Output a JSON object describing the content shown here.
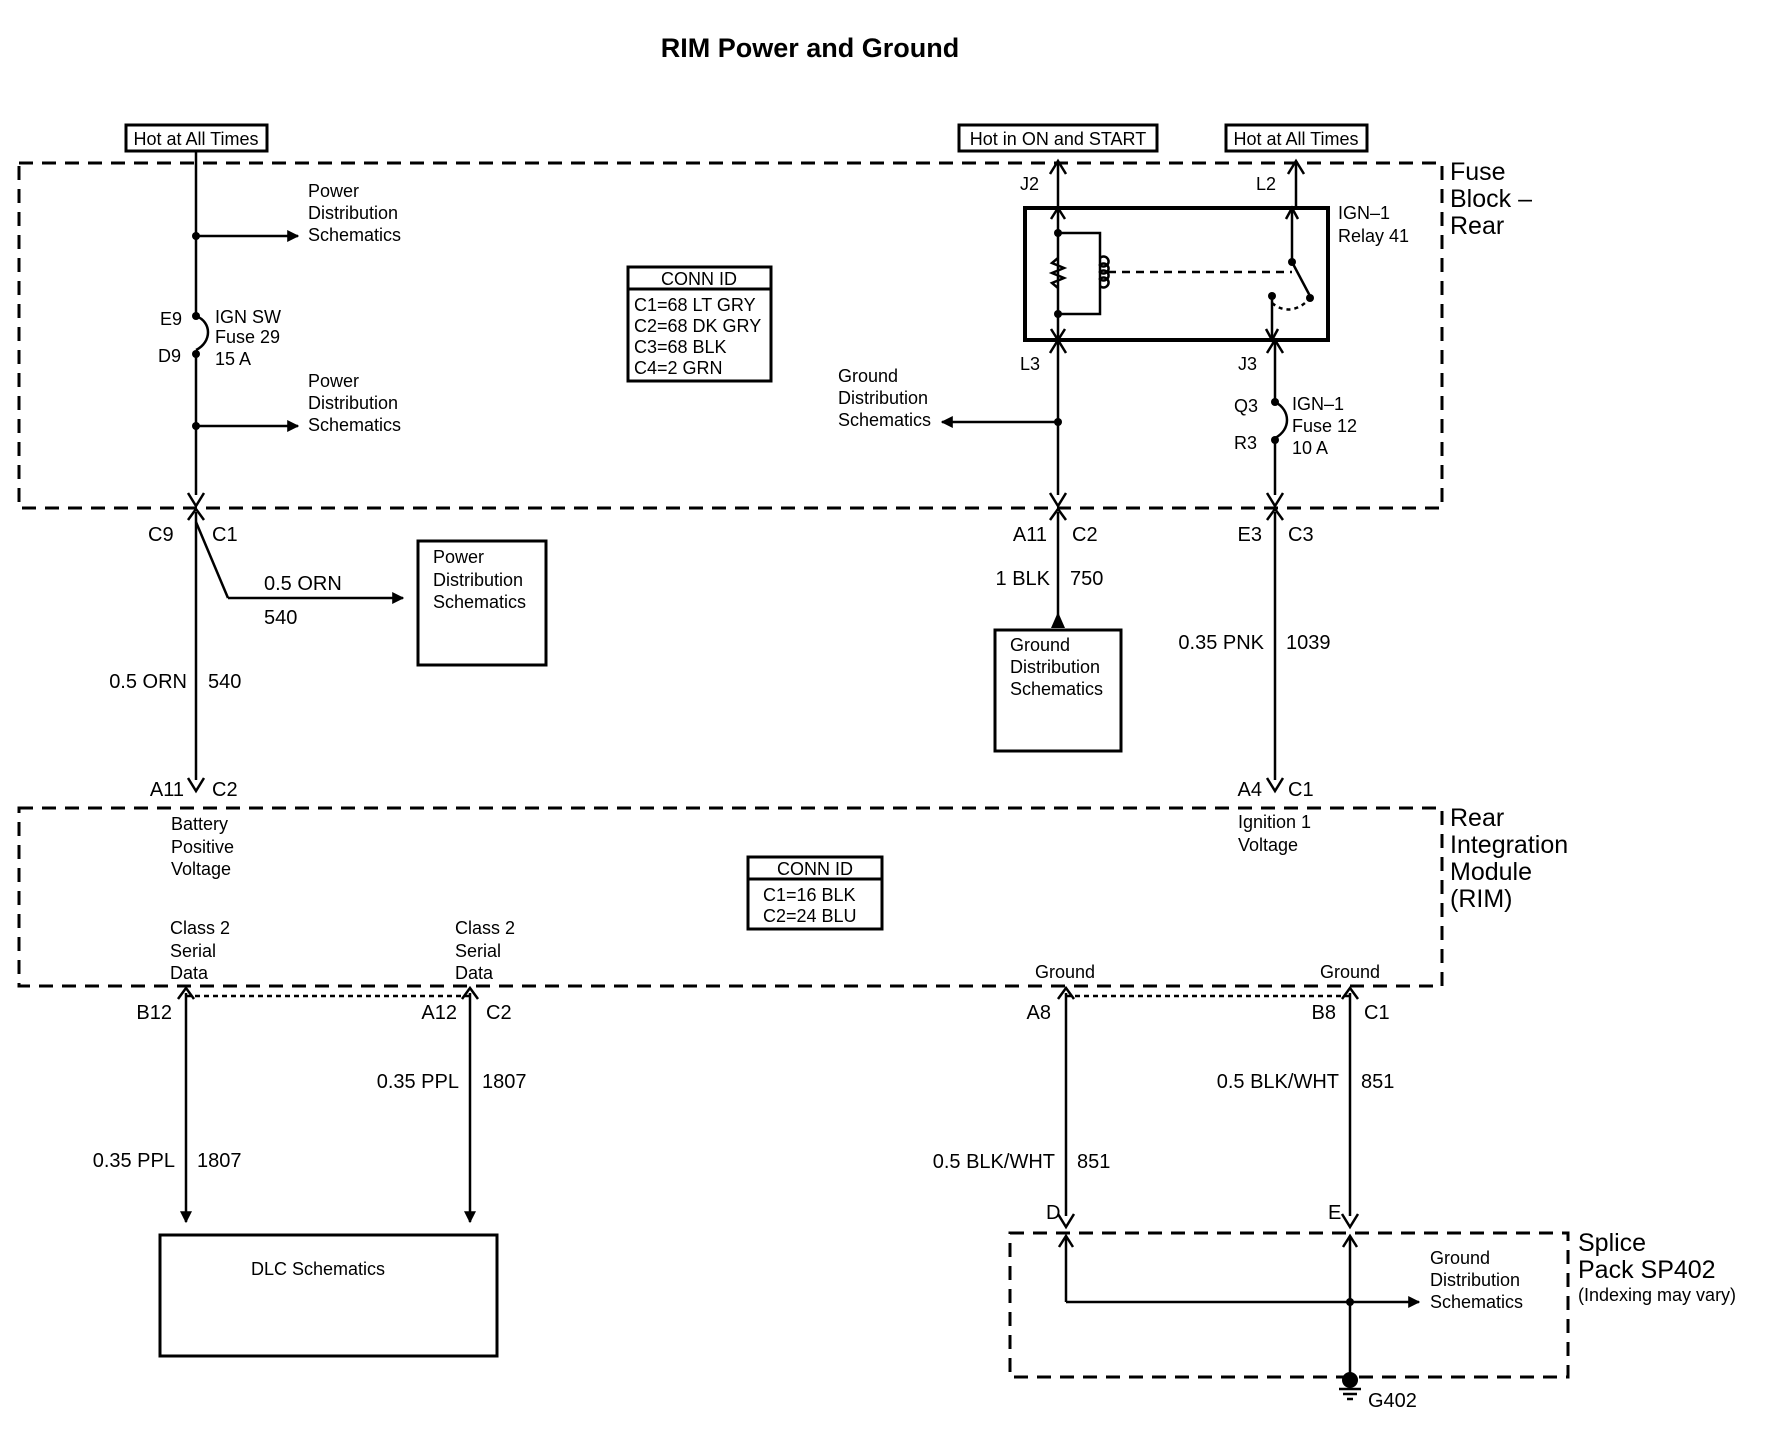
{
  "title": "RIM Power and Ground",
  "sources": {
    "hot_all_times_left": "Hot at All Times",
    "hot_on_start": "Hot in ON and START",
    "hot_all_times_right": "Hot at All Times"
  },
  "fuse_block": {
    "name_lines": [
      "Fuse",
      "Block –",
      "Rear"
    ],
    "pins": {
      "e9": "E9",
      "d9": "D9",
      "j2": "J2",
      "l2": "L2",
      "l3": "L3",
      "j3": "J3",
      "q3": "Q3",
      "r3": "R3"
    },
    "fuse29_lines": [
      "IGN SW",
      "Fuse 29",
      "15 A"
    ],
    "fuse12_lines": [
      "IGN–1",
      "Fuse 12",
      "10 A"
    ],
    "relay_lines": [
      "IGN–1",
      "Relay 41"
    ],
    "conn_id": {
      "title": "CONN ID",
      "rows": [
        "C1=68 LT GRY",
        "C2=68 DK GRY",
        "C3=68 BLK",
        "C4=2 GRN"
      ]
    },
    "pds_top_lines": [
      "Power",
      "Distribution",
      "Schematics"
    ],
    "pds_mid_lines": [
      "Power",
      "Distribution",
      "Schematics"
    ],
    "gds_lines": [
      "Ground",
      "Distribution",
      "Schematics"
    ]
  },
  "mid": {
    "c9": "C9",
    "c1_left": "C1",
    "branch_wire": "0.5 ORN",
    "branch_circuit": "540",
    "pds_box_lines": [
      "Power",
      "Distribution",
      "Schematics"
    ],
    "left_wire": "0.5 ORN",
    "left_circuit": "540",
    "a11_top": "A11",
    "c2_top": "C2",
    "blk_wire": "1 BLK",
    "blk_circuit": "750",
    "gds_box_lines": [
      "Ground",
      "Distribution",
      "Schematics"
    ],
    "e3": "E3",
    "c3": "C3",
    "pnk_wire": "0.35 PNK",
    "pnk_circuit": "1039",
    "a11_bot": "A11",
    "c2_bot": "C2",
    "a4": "A4",
    "c1_right": "C1"
  },
  "rim": {
    "name_lines": [
      "Rear",
      "Integration",
      "Module",
      "(RIM)"
    ],
    "battery_lines": [
      "Battery",
      "Positive",
      "Voltage"
    ],
    "ign_lines": [
      "Ignition 1",
      "Voltage"
    ],
    "conn_id": {
      "title": "CONN ID",
      "rows": [
        "C1=16 BLK",
        "C2=24 BLU"
      ]
    },
    "serial1_lines": [
      "Class 2",
      "Serial",
      "Data"
    ],
    "serial2_lines": [
      "Class 2",
      "Serial",
      "Data"
    ],
    "ground1": "Ground",
    "ground2": "Ground"
  },
  "bottom": {
    "b12": "B12",
    "a12": "A12",
    "c2": "C2",
    "a8": "A8",
    "b8": "B8",
    "c1": "C1",
    "ppl1_wire": "0.35 PPL",
    "ppl1_circuit": "1807",
    "ppl2_wire": "0.35 PPL",
    "ppl2_circuit": "1807",
    "bw1_wire": "0.5 BLK/WHT",
    "bw1_circuit": "851",
    "bw2_wire": "0.5 BLK/WHT",
    "bw2_circuit": "851",
    "dlc": "DLC Schematics",
    "pin_d": "D",
    "pin_e": "E",
    "splice_lines": [
      "Splice",
      "Pack SP402"
    ],
    "splice_note": "(Indexing may vary)",
    "gds_lines": [
      "Ground",
      "Distribution",
      "Schematics"
    ],
    "ground_ref": "G402"
  }
}
